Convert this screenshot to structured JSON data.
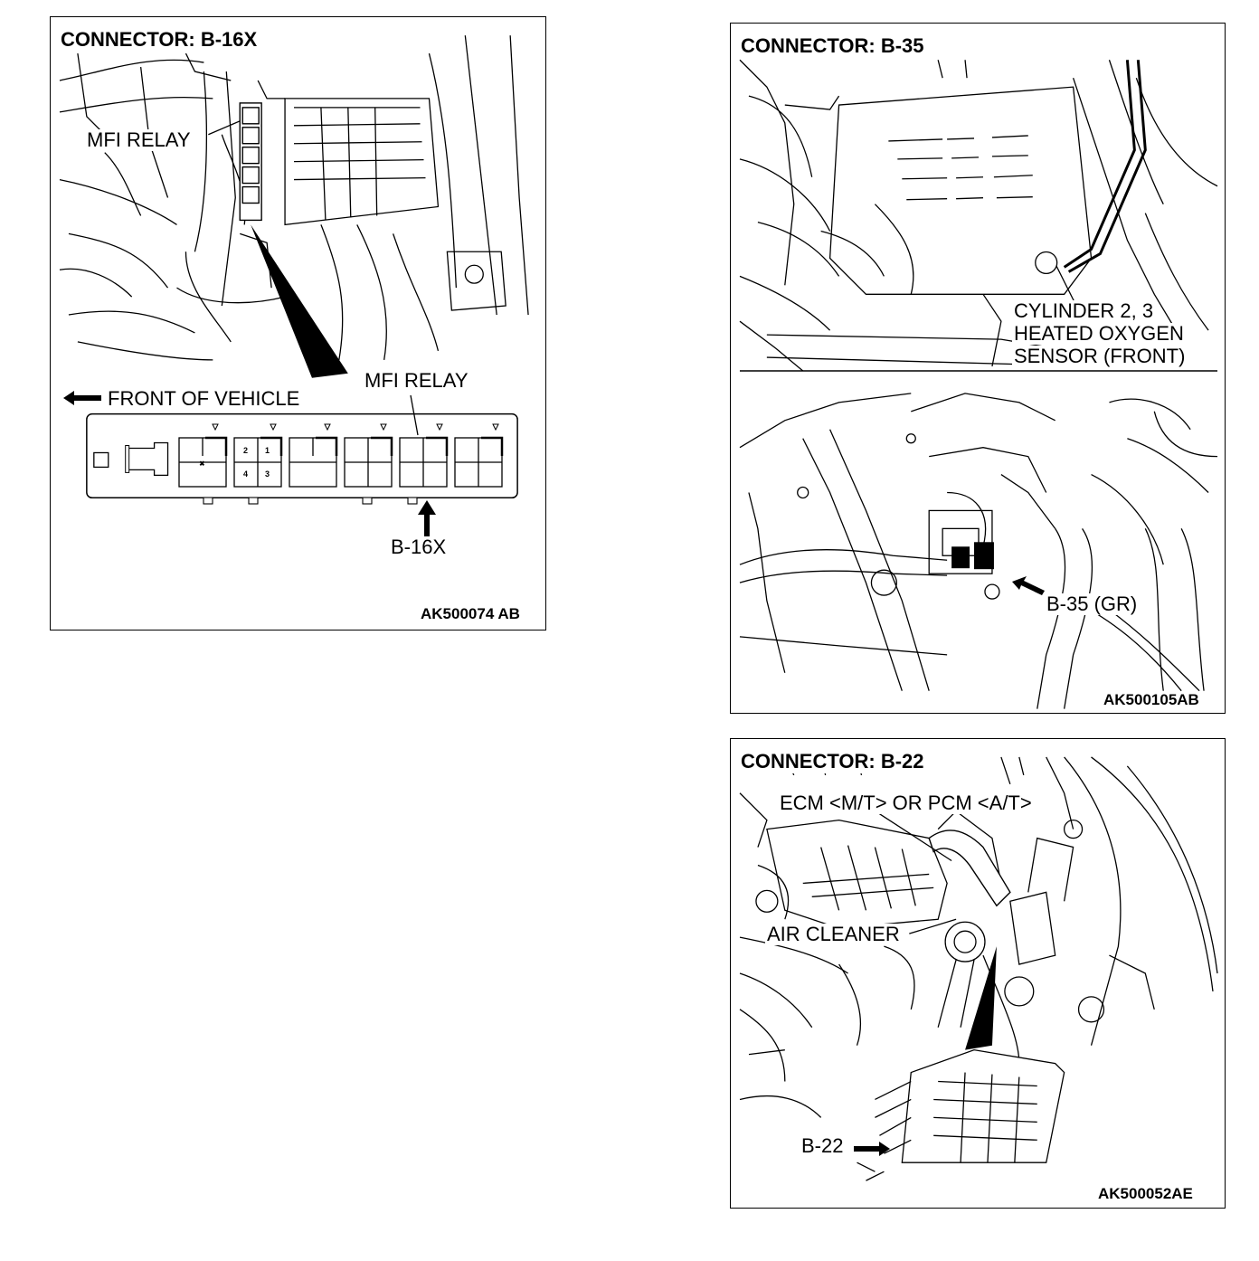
{
  "panels": [
    {
      "title": "CONNECTOR: B-16X",
      "labels": {
        "mfi_relay_top": "MFI RELAY",
        "front_of_vehicle": "FRONT OF VEHICLE",
        "mfi_relay_box": "MFI RELAY",
        "connector": "B-16X"
      },
      "relay_pins": [
        "2",
        "1",
        "4",
        "3"
      ],
      "code": "AK500074 AB"
    },
    {
      "title": "CONNECTOR: B-35",
      "labels": {
        "sensor_line1": "CYLINDER 2, 3",
        "sensor_line2": "HEATED OXYGEN",
        "sensor_line3": "SENSOR (FRONT)",
        "connector": "B-35 (GR)"
      },
      "code": "AK500105AB"
    },
    {
      "title": "CONNECTOR: B-22",
      "labels": {
        "ecm": "ECM <M/T> OR PCM <A/T>",
        "air_cleaner": "AIR CLEANER",
        "connector": "B-22"
      },
      "code": "AK500052AE"
    }
  ],
  "icons": [
    "arrow-left-icon",
    "arrow-up-icon",
    "arrow-right-icon"
  ]
}
